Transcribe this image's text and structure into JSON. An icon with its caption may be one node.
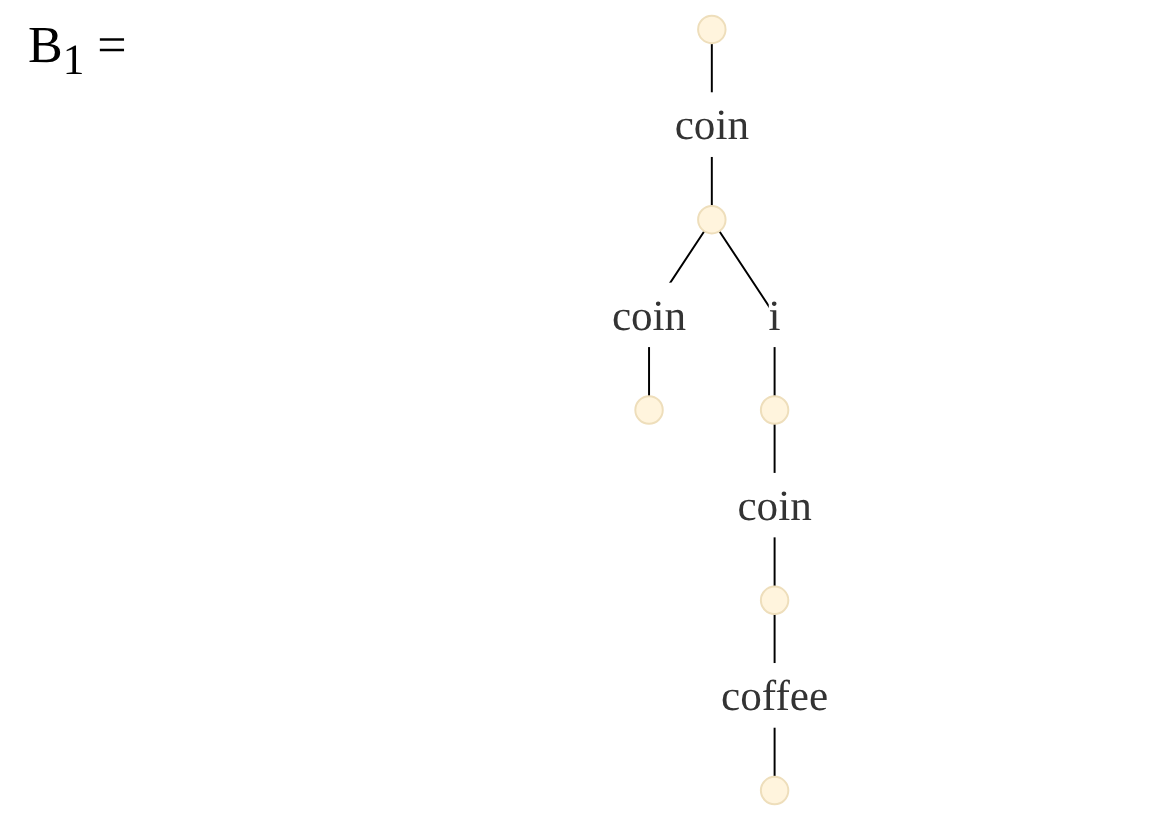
{
  "diagram": {
    "nodes": [
      {
        "text": [],
        "shape": "circle"
      },
      {
        "text": [],
        "shape": "circle"
      },
      {
        "text": [],
        "shape": "circle"
      },
      {
        "text": [],
        "shape": "circle"
      },
      {
        "text": [],
        "shape": "circle"
      },
      {
        "text": [],
        "shape": "circle"
      }
    ],
    "edges": [
      {
        "from": 0,
        "to": 1,
        "arrow": "none",
        "label": "coin"
      },
      {
        "from": 1,
        "to": 2,
        "arrow": "none",
        "label": "coin"
      },
      {
        "from": 1,
        "to": 3,
        "arrow": "none",
        "label": "i"
      },
      {
        "from": 3,
        "to": 4,
        "arrow": "none",
        "label": "coin"
      },
      {
        "from": 4,
        "to": 5,
        "arrow": "none",
        "label": "coffee"
      }
    ],
    "labels": [
      "B$_{1}$ ="
    ]
  }
}
